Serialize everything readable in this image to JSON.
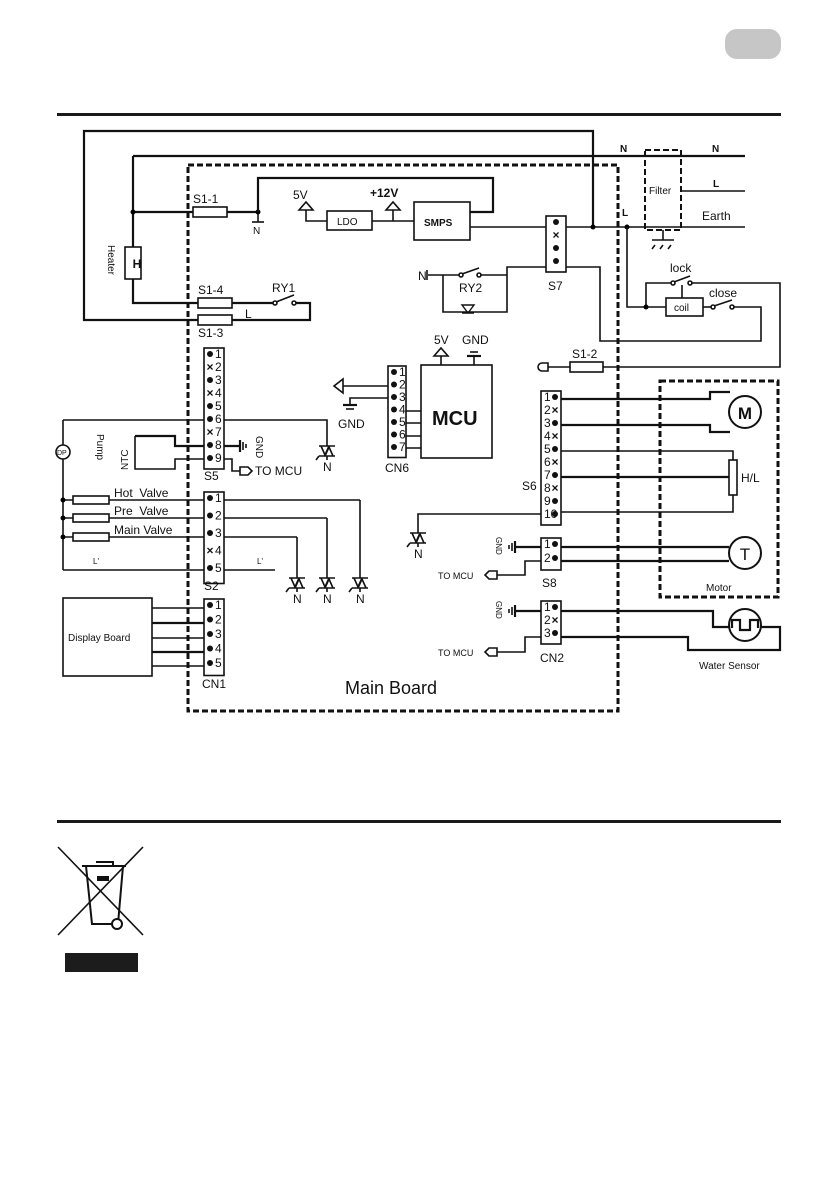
{
  "page_badge": "",
  "diagram": {
    "main_board": "Main Board",
    "motor_group": "Motor",
    "labels": {
      "s1_1": "S1-1",
      "s1_2": "S1-2",
      "s1_3": "S1-3",
      "s1_4": "S1-4",
      "ry1": "RY1",
      "ry2": "RY2",
      "heater": "Heater",
      "h": "H",
      "ldo": "LDO",
      "smps": "SMPS",
      "v5": "5V",
      "v12": "+12V",
      "gnd": "GND",
      "mcu": "MCU",
      "filter": "Filter",
      "n": "N",
      "l": "L",
      "earth": "Earth",
      "lock": "lock",
      "close": "close",
      "coil": "coil",
      "ntc": "NTC",
      "pump": "Pump",
      "dp": "DP",
      "to_mcu": "TO MCU",
      "hot_valve": "Hot  Valve",
      "pre_valve": "Pre  Valve",
      "main_valve": "Main Valve",
      "l_prime": "L'",
      "display_board": "Display Board",
      "m": "M",
      "hl": "H/L",
      "t": "T",
      "water_sensor": "Water Sensor"
    },
    "connectors": [
      {
        "name": "S7",
        "pins": [
          "dot",
          "x",
          "dot",
          "dot"
        ],
        "numbered": false
      },
      {
        "name": "S5",
        "pins": [
          "dot",
          "x",
          "dot",
          "x",
          "dot",
          "dot",
          "x",
          "dot",
          "dot"
        ],
        "numbered": true
      },
      {
        "name": "S2",
        "pins": [
          "dot",
          "dot",
          "dot",
          "x",
          "dot"
        ],
        "numbered": true
      },
      {
        "name": "CN1",
        "pins": [
          "dot",
          "dot",
          "dot",
          "dot",
          "dot"
        ],
        "numbered": true
      },
      {
        "name": "CN6",
        "pins": [
          "dot",
          "dot",
          "dot",
          "dot",
          "dot",
          "dot",
          "dot"
        ],
        "numbered": true
      },
      {
        "name": "S6",
        "pins": [
          "dot",
          "x",
          "dot",
          "x",
          "dot",
          "x",
          "dot",
          "x",
          "dot",
          "dot"
        ],
        "numbered": true
      },
      {
        "name": "S8",
        "pins": [
          "dot",
          "dot"
        ],
        "numbered": true
      },
      {
        "name": "CN2",
        "pins": [
          "dot",
          "x",
          "dot"
        ],
        "numbered": true
      }
    ]
  },
  "recycling": {
    "icon": "crossed-out-wheelie-bin-icon"
  }
}
